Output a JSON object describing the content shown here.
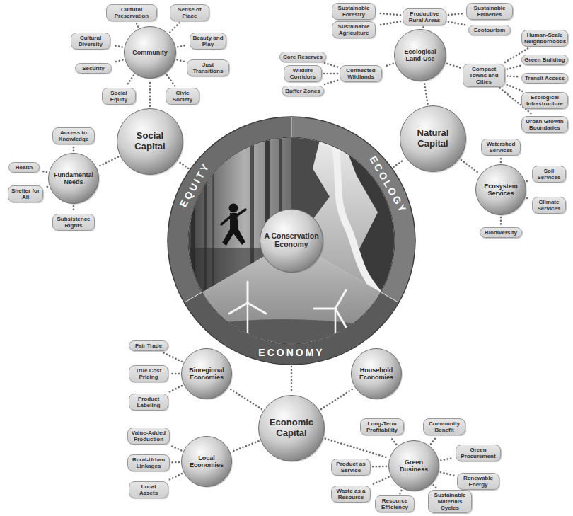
{
  "diagram": {
    "nodes": [
      {
        "text": [
          "EQUITY",
          "ECOLOGY",
          "ECONOMY"
        ]
      },
      {
        "text": [
          "A Conservation Economy"
        ],
        "in": 0
      },
      {
        "text": [
          "Social Capital"
        ]
      },
      {
        "text": [
          "Community"
        ]
      },
      {
        "text": [
          "Cultural Preservation"
        ]
      },
      {
        "text": [
          "Sense of Place"
        ]
      },
      {
        "text": [
          "Cultural Diversity"
        ]
      },
      {
        "text": [
          "Beauty and Play"
        ]
      },
      {
        "text": [
          "Security"
        ]
      },
      {
        "text": [
          "Just Transitions"
        ]
      },
      {
        "text": [
          "Social Equity"
        ]
      },
      {
        "text": [
          "Civic Society"
        ]
      },
      {
        "text": [
          "Fundamental Needs"
        ]
      },
      {
        "text": [
          "Access to Knowledge"
        ]
      },
      {
        "text": [
          "Health"
        ]
      },
      {
        "text": [
          "Shelter for All"
        ]
      },
      {
        "text": [
          "Subsistence Rights"
        ]
      },
      {
        "text": [
          "Natural Capital"
        ]
      },
      {
        "text": [
          "Ecological Land-Use"
        ]
      },
      {
        "text": [
          "Productive Rural Areas"
        ]
      },
      {
        "text": [
          "Sustainable Forestry"
        ]
      },
      {
        "text": [
          "Sustainable Agriculture"
        ]
      },
      {
        "text": [
          "Sustainable Fisheries"
        ]
      },
      {
        "text": [
          "Ecotourism"
        ]
      },
      {
        "text": [
          "Connected Wildlands"
        ]
      },
      {
        "text": [
          "Core Reserves"
        ]
      },
      {
        "text": [
          "Wildlife Corridors"
        ]
      },
      {
        "text": [
          "Buffer Zones"
        ]
      },
      {
        "text": [
          "Compact Towns and Cities"
        ]
      },
      {
        "text": [
          "Human-Scale Neighborhoods"
        ]
      },
      {
        "text": [
          "Green Building"
        ]
      },
      {
        "text": [
          "Transit Access"
        ]
      },
      {
        "text": [
          "Ecological Infrastructure"
        ]
      },
      {
        "text": [
          "Urban Growth Boundaries"
        ]
      },
      {
        "text": [
          "Ecosystem Services"
        ]
      },
      {
        "text": [
          "Watershed Services"
        ]
      },
      {
        "text": [
          "Soil Services"
        ]
      },
      {
        "text": [
          "Climate Services"
        ]
      },
      {
        "text": [
          "Biodiversity"
        ]
      },
      {
        "text": [
          "Economic Capital"
        ]
      },
      {
        "text": [
          "Bioregional Economies"
        ]
      },
      {
        "text": [
          "Fair Trade"
        ]
      },
      {
        "text": [
          "True Cost Pricing"
        ]
      },
      {
        "text": [
          "Product Labeling"
        ]
      },
      {
        "text": [
          "Household Economies"
        ]
      },
      {
        "text": [
          "Local Economies"
        ]
      },
      {
        "text": [
          "Value-Added Production"
        ]
      },
      {
        "text": [
          "Rural-Urban Linkages"
        ]
      },
      {
        "text": [
          "Local Assets"
        ]
      },
      {
        "text": [
          "Green Business"
        ]
      },
      {
        "text": [
          "Long-Term Profitability"
        ]
      },
      {
        "text": [
          "Community Benefit"
        ]
      },
      {
        "text": [
          "Product as Service"
        ]
      },
      {
        "text": [
          "Green Procurement"
        ]
      },
      {
        "text": [
          "Waste as a Resource"
        ]
      },
      {
        "text": [
          "Renewable Energy"
        ]
      },
      {
        "text": [
          "Resource Efficiency"
        ]
      },
      {
        "text": [
          "Sustainable Materials Cycles"
        ]
      }
    ],
    "edges": [
      {
        "from": 0,
        "to": 2,
        "arrow": "none"
      },
      {
        "from": 0,
        "to": 17,
        "arrow": "none"
      },
      {
        "from": 0,
        "to": 39,
        "arrow": "none"
      },
      {
        "from": 2,
        "to": 3,
        "arrow": "none"
      },
      {
        "from": 2,
        "to": 12,
        "arrow": "none"
      },
      {
        "from": 3,
        "to": 4,
        "arrow": "none"
      },
      {
        "from": 3,
        "to": 5,
        "arrow": "none"
      },
      {
        "from": 3,
        "to": 6,
        "arrow": "none"
      },
      {
        "from": 3,
        "to": 7,
        "arrow": "none"
      },
      {
        "from": 3,
        "to": 8,
        "arrow": "none"
      },
      {
        "from": 3,
        "to": 9,
        "arrow": "none"
      },
      {
        "from": 3,
        "to": 10,
        "arrow": "none"
      },
      {
        "from": 3,
        "to": 11,
        "arrow": "none"
      },
      {
        "from": 12,
        "to": 13,
        "arrow": "none"
      },
      {
        "from": 12,
        "to": 14,
        "arrow": "none"
      },
      {
        "from": 12,
        "to": 15,
        "arrow": "none"
      },
      {
        "from": 12,
        "to": 16,
        "arrow": "none"
      },
      {
        "from": 17,
        "to": 18,
        "arrow": "none"
      },
      {
        "from": 17,
        "to": 34,
        "arrow": "none"
      },
      {
        "from": 18,
        "to": 19,
        "arrow": "none"
      },
      {
        "from": 18,
        "to": 24,
        "arrow": "none"
      },
      {
        "from": 18,
        "to": 28,
        "arrow": "none"
      },
      {
        "from": 19,
        "to": 20,
        "arrow": "none"
      },
      {
        "from": 19,
        "to": 21,
        "arrow": "none"
      },
      {
        "from": 19,
        "to": 22,
        "arrow": "none"
      },
      {
        "from": 19,
        "to": 23,
        "arrow": "none"
      },
      {
        "from": 24,
        "to": 25,
        "arrow": "none"
      },
      {
        "from": 24,
        "to": 26,
        "arrow": "none"
      },
      {
        "from": 24,
        "to": 27,
        "arrow": "none"
      },
      {
        "from": 28,
        "to": 29,
        "arrow": "none"
      },
      {
        "from": 28,
        "to": 30,
        "arrow": "none"
      },
      {
        "from": 28,
        "to": 31,
        "arrow": "none"
      },
      {
        "from": 28,
        "to": 32,
        "arrow": "none"
      },
      {
        "from": 28,
        "to": 33,
        "arrow": "none"
      },
      {
        "from": 34,
        "to": 35,
        "arrow": "none"
      },
      {
        "from": 34,
        "to": 36,
        "arrow": "none"
      },
      {
        "from": 34,
        "to": 37,
        "arrow": "none"
      },
      {
        "from": 34,
        "to": 38,
        "arrow": "none"
      },
      {
        "from": 39,
        "to": 40,
        "arrow": "none"
      },
      {
        "from": 39,
        "to": 44,
        "arrow": "none"
      },
      {
        "from": 39,
        "to": 45,
        "arrow": "none"
      },
      {
        "from": 39,
        "to": 49,
        "arrow": "none"
      },
      {
        "from": 40,
        "to": 41,
        "arrow": "none"
      },
      {
        "from": 40,
        "to": 42,
        "arrow": "none"
      },
      {
        "from": 40,
        "to": 43,
        "arrow": "none"
      },
      {
        "from": 45,
        "to": 46,
        "arrow": "none"
      },
      {
        "from": 45,
        "to": 47,
        "arrow": "none"
      },
      {
        "from": 45,
        "to": 48,
        "arrow": "none"
      },
      {
        "from": 49,
        "to": 50,
        "arrow": "none"
      },
      {
        "from": 49,
        "to": 51,
        "arrow": "none"
      },
      {
        "from": 49,
        "to": 52,
        "arrow": "none"
      },
      {
        "from": 49,
        "to": 53,
        "arrow": "none"
      },
      {
        "from": 49,
        "to": 54,
        "arrow": "none"
      },
      {
        "from": 49,
        "to": 55,
        "arrow": "none"
      },
      {
        "from": 49,
        "to": 56,
        "arrow": "none"
      },
      {
        "from": 49,
        "to": 57,
        "arrow": "none"
      }
    ]
  }
}
